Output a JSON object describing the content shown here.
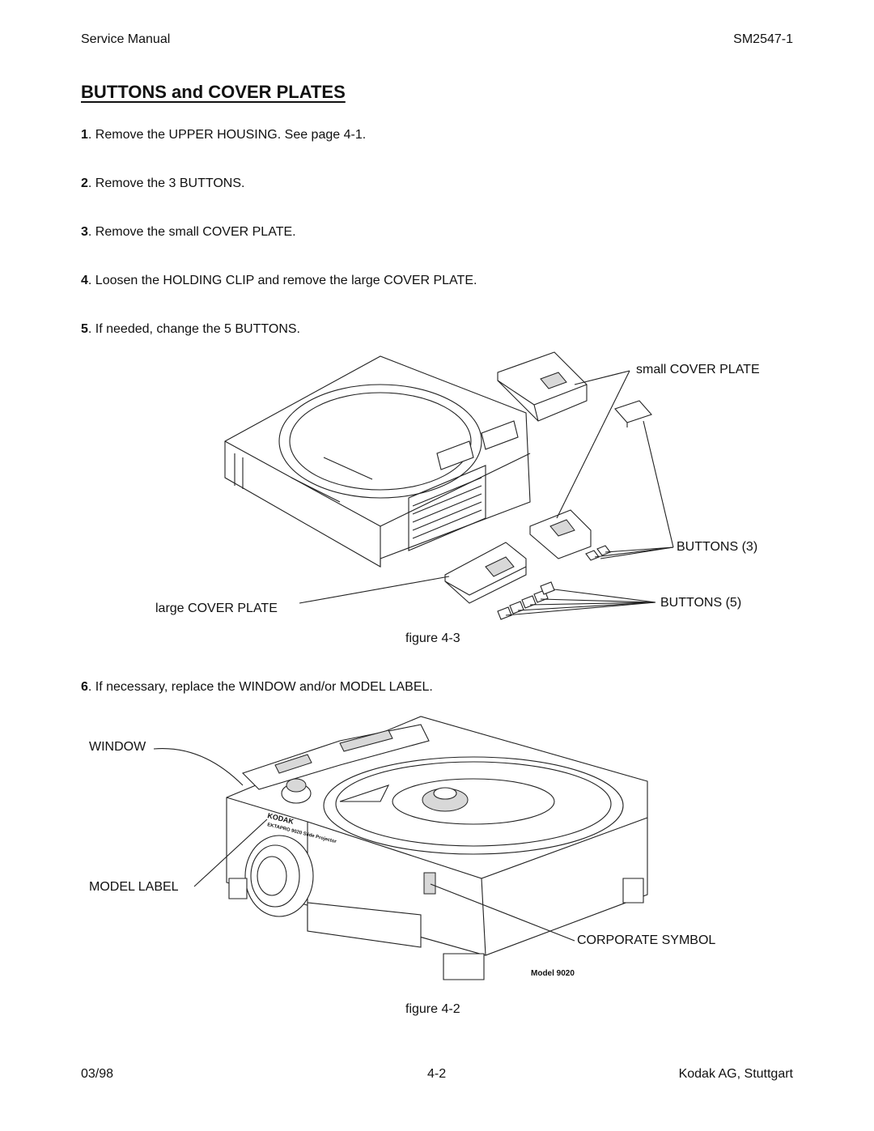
{
  "header": {
    "left": "Service Manual",
    "right": "SM2547-1"
  },
  "title": "BUTTONS and COVER PLATES",
  "steps": [
    {
      "num": "1",
      "text": ". Remove the UPPER HOUSING. See page 4-1."
    },
    {
      "num": "2",
      "text": ". Remove the 3 BUTTONS."
    },
    {
      "num": "3",
      "text": ". Remove the small COVER PLATE."
    },
    {
      "num": "4",
      "text": ". Loosen the HOLDING CLIP and remove the large COVER PLATE."
    },
    {
      "num": "5",
      "text": ". If needed, change the 5 BUTTONS."
    },
    {
      "num": "6",
      "text": ". If necessary, replace the WINDOW and/or MODEL LABEL."
    }
  ],
  "figure3": {
    "caption": "figure 4-3",
    "labels": {
      "small_cover_plate": "small COVER PLATE",
      "buttons3": "BUTTONS (3)",
      "large_cover_plate": "large COVER PLATE",
      "buttons5": "BUTTONS (5)"
    }
  },
  "figure2": {
    "caption": "figure 4-2",
    "labels": {
      "window": "WINDOW",
      "model_label": "MODEL LABEL",
      "corporate_symbol": "CORPORATE SYMBOL",
      "model": "Model 9020"
    },
    "device_text": {
      "brand": "KODAK",
      "line2": "EKTAPRO 9020 Slide Projector"
    }
  },
  "footer": {
    "left": "03/98",
    "center": "4-2",
    "right": "Kodak AG, Stuttgart"
  }
}
